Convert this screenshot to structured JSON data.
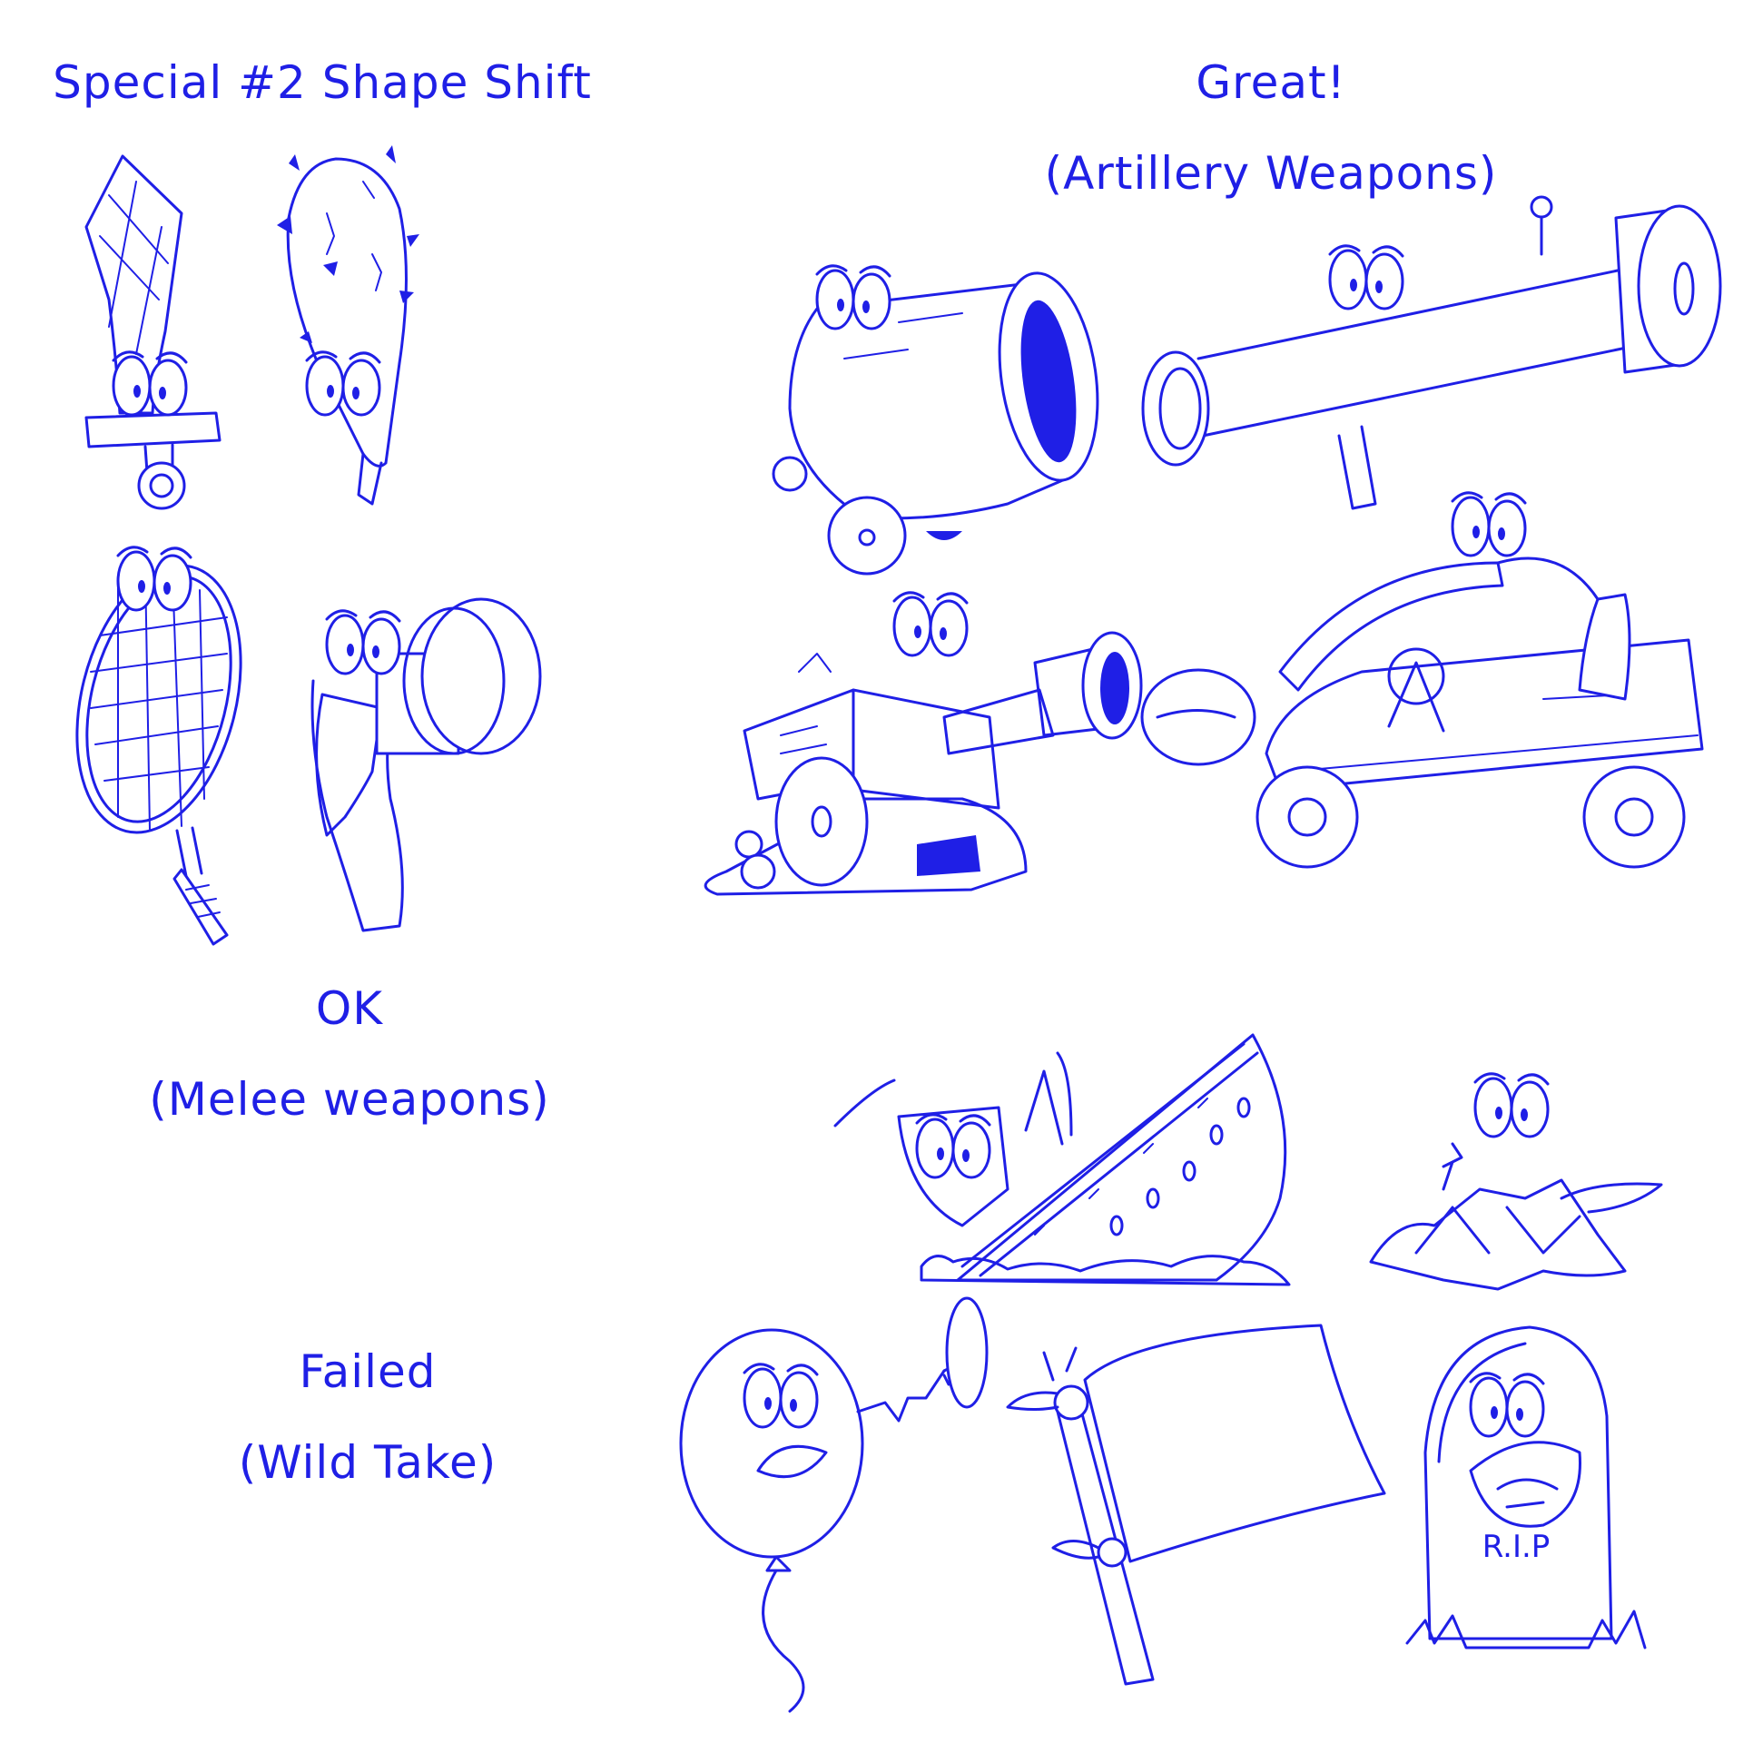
{
  "headings": {
    "special": "Special #2 Shape Shift",
    "great": "Great!",
    "great_sub": "(Artillery Weapons)",
    "ok": "OK",
    "ok_sub": "(Melee weapons)",
    "failed": "Failed",
    "failed_sub": "(Wild Take)"
  },
  "tombstone_text": "R.I.P",
  "colors": {
    "ink": "#1f1fe6",
    "paper": "#ffffff"
  }
}
